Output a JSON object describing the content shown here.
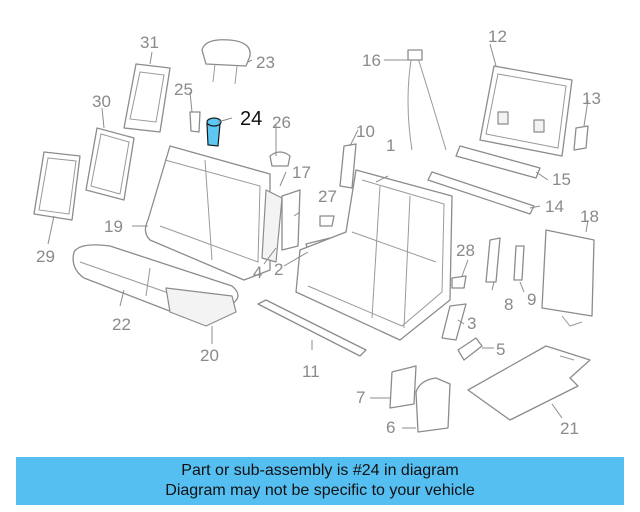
{
  "callouts": {
    "c1": "1",
    "c2": "2",
    "c3": "3",
    "c4": "4",
    "c5": "5",
    "c6": "6",
    "c7": "7",
    "c8": "8",
    "c9": "9",
    "c10": "10",
    "c11": "11",
    "c12": "12",
    "c13": "13",
    "c14": "14",
    "c15": "15",
    "c16": "16",
    "c17": "17",
    "c18": "18",
    "c19": "19",
    "c20": "20",
    "c21": "21",
    "c22": "22",
    "c23": "23",
    "c24": "24",
    "c25": "25",
    "c26": "26",
    "c27": "27",
    "c28": "28",
    "c29": "29",
    "c30": "30",
    "c31": "31"
  },
  "highlighted_part": "24",
  "colors": {
    "highlight_part": "#5ec8f5",
    "banner": "#56bff2",
    "line_art": "#8c8c8c"
  },
  "banner": {
    "line1": "Part or sub-assembly is #24 in diagram",
    "line2": "Diagram may not be specific to your vehicle"
  }
}
